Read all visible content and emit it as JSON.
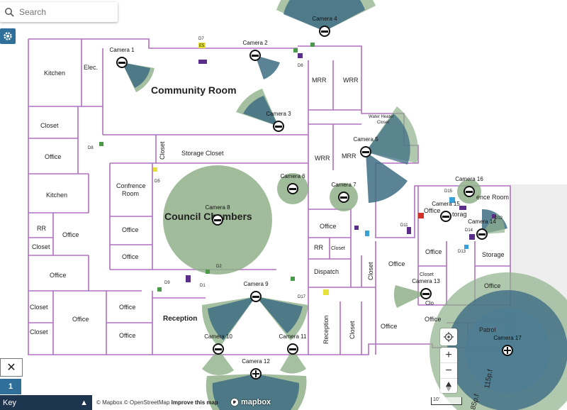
{
  "search": {
    "placeholder": "Search"
  },
  "rooms": {
    "kitchen1": "Kitchen",
    "elec": "Elec.",
    "community": "Community Room",
    "closet1": "Closet",
    "office1": "Office",
    "kitchen2": "Kitchen",
    "rr1": "RR",
    "office2": "Office",
    "closet2": "Closet",
    "office3": "Office",
    "closet3": "Closet",
    "office4": "Office",
    "closet4": "Closet",
    "closet_v": "Closet",
    "storage_closet": "Storage Closet",
    "conf": "Confrence",
    "conf2": "Room",
    "office5": "Office",
    "office6": "Office",
    "council": "Council Chambers",
    "office7": "Office",
    "office8": "Office",
    "reception": "Reception",
    "mrr1": "MRR",
    "wrr1": "WRR",
    "wrr2": "WRR",
    "mrr2": "MRR",
    "water_heater": "Water Heater",
    "water_heater2": "Closet",
    "office9": "Office",
    "rr2": "RR",
    "closet5": "Closet",
    "dispatch": "Dispatch",
    "closet6": "Closet",
    "office10": "Office",
    "office11": "Office",
    "reception2": "Reception",
    "closet7": "Closet",
    "office12": "Office",
    "office13": "Office",
    "storage": "Storage",
    "office14": "Office",
    "closet8": "Closet",
    "office15": "Office",
    "clo": "Clo",
    "patrol": "Patrol",
    "ence_room": "ence Room",
    "office16": "Office",
    "torag": "torag"
  },
  "cameras": [
    "Camera 1",
    "Camera 2",
    "Camera 3",
    "Camera 4",
    "Camera 5",
    "Camera 6",
    "Camera 7",
    "Camera 8",
    "Camera 9",
    "Camera 10",
    "Camera 11",
    "Camera 12",
    "Camera 13",
    "Camera 14",
    "Camera 15",
    "Camera 16",
    "Camera 17"
  ],
  "markers": {
    "D1": "D1",
    "D2": "D2",
    "D5": "D5",
    "D6": "D6",
    "D7": "D7",
    "D8": "D8",
    "D9": "D9",
    "D11": "D11",
    "D12": "D12",
    "D13": "D13",
    "D14": "D14",
    "D15": "D15",
    "D17": "D17",
    "E5": "E5"
  },
  "measurements": {
    "m1": "115p.f",
    "m2": "85p.f"
  },
  "controls": {
    "zoom_in": "+",
    "zoom_out": "−",
    "page": "1",
    "key": "Key",
    "close": "✕"
  },
  "attribution": {
    "mapbox": "© Mapbox",
    "osm": "© OpenStreetMap",
    "improve": "Improve this map",
    "logo": "mapbox"
  },
  "scale_label": "10'",
  "colors": {
    "wall": "#b070c0",
    "coverage_green": "#8fb08a",
    "coverage_blue": "#3e6d84",
    "ui_blue": "#2f6f9a",
    "key_bar": "#1e3550"
  }
}
